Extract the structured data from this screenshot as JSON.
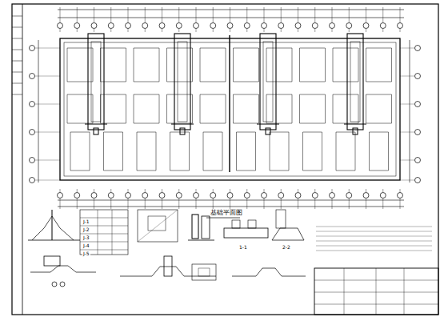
{
  "diagram": {
    "title": "基础平面图",
    "labels": [
      "J-1",
      "J-2",
      "J-3",
      "J-4",
      "J-5",
      "1-1",
      "2-2"
    ]
  }
}
